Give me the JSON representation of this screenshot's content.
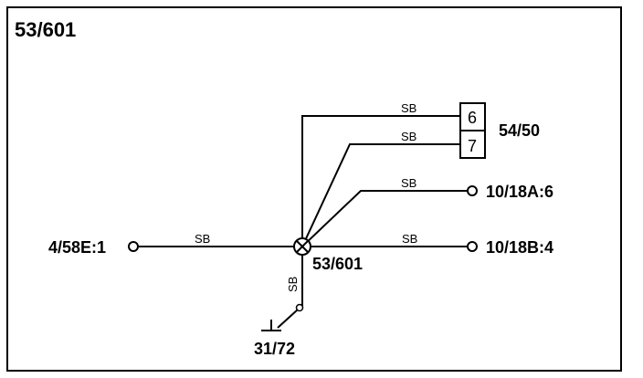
{
  "diagram": {
    "title": "53/601",
    "splice_label": "53/601",
    "connector": {
      "label": "54/50",
      "pins": [
        "6",
        "7"
      ]
    },
    "terminals": {
      "left": "4/58E:1",
      "right_upper": "10/18A:6",
      "right_lower": "10/18B:4",
      "ground": "31/72"
    },
    "wire_colors": {
      "to_pin6": "SB",
      "to_pin7": "SB",
      "to_right_upper": "SB",
      "to_right_lower": "SB",
      "to_left": "SB",
      "to_ground": "SB"
    }
  }
}
